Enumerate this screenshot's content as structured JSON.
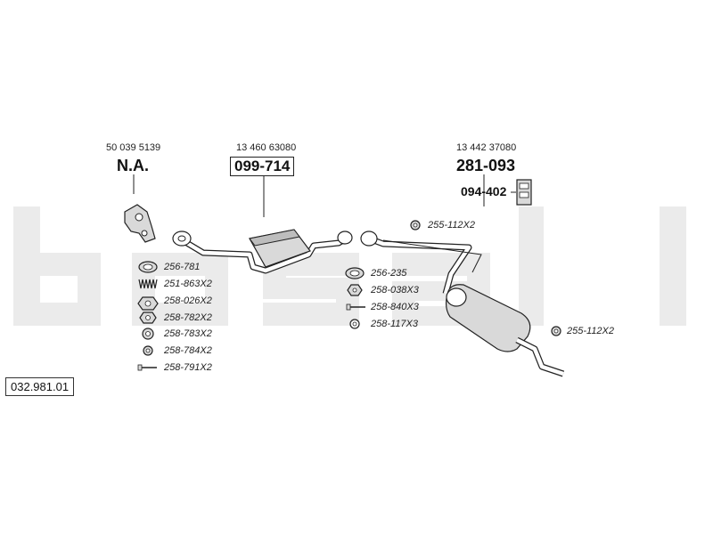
{
  "watermark": {
    "text": "bosal",
    "color": "#ebebeb"
  },
  "groups": {
    "front": {
      "oem_number": "50 039 5139",
      "code": "N.A."
    },
    "catalyst": {
      "oem_number": "13 460 63080",
      "code": "099-714"
    },
    "rear": {
      "oem_number": "13 442 37080",
      "code": "281-093",
      "mount_code": "094-402"
    }
  },
  "parts_left": [
    {
      "code": "256-781",
      "icon": "gasket-ring-icon"
    },
    {
      "code": "251-863X2",
      "icon": "spring-icon"
    },
    {
      "code": "258-026X2",
      "icon": "hex-nut-icon"
    },
    {
      "code": "258-782X2",
      "icon": "hex-nut-icon"
    },
    {
      "code": "258-783X2",
      "icon": "washer-icon"
    },
    {
      "code": "258-784X2",
      "icon": "washer-icon"
    },
    {
      "code": "258-791X2",
      "icon": "bolt-icon"
    }
  ],
  "parts_middle": [
    {
      "code": "256-235",
      "icon": "gasket-ring-icon"
    },
    {
      "code": "258-038X3",
      "icon": "hex-nut-icon"
    },
    {
      "code": "258-840X3",
      "icon": "bolt-icon"
    },
    {
      "code": "258-117X3",
      "icon": "washer-icon"
    }
  ],
  "hangers": {
    "upper": {
      "code": "255-112X2",
      "icon": "rubber-hanger-icon"
    },
    "lower": {
      "code": "255-112X2",
      "icon": "rubber-hanger-icon"
    }
  },
  "catalog_number": "032.981.01",
  "colors": {
    "line": "#222222",
    "part_fill": "#d9d9d9",
    "part_shade": "#9a9a9a"
  }
}
